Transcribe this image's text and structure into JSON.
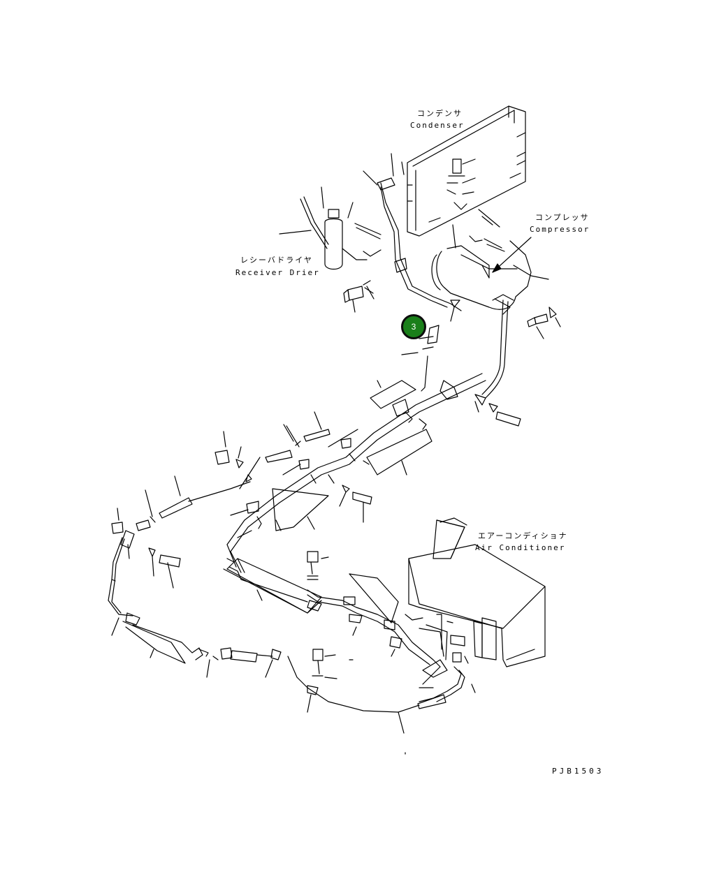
{
  "labels": {
    "condenser_jp": "コンデンサ",
    "condenser_en": "Condenser",
    "compressor_jp": "コンプレッサ",
    "compressor_en": "Compressor",
    "receiver_jp": "レシーバドライヤ",
    "receiver_en": "Receiver Drier",
    "aircon_jp": "エアーコンディショナ",
    "aircon_en": "Air Conditioner"
  },
  "callout": {
    "number": "3"
  },
  "drawing_code": "PJB1503"
}
